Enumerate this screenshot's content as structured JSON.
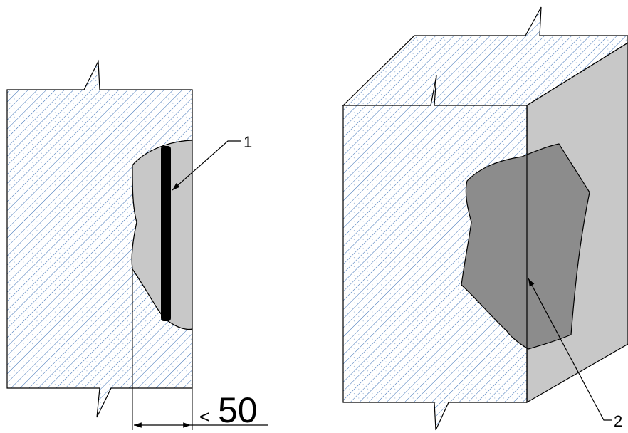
{
  "labels": {
    "callout_1": "1",
    "callout_2": "2",
    "dim_prefix": "<",
    "dim_value": "50"
  },
  "colors": {
    "hatch": "#3a6fb5",
    "outline": "#000000",
    "cavity_fill": "#c8c8c8",
    "side_face": "#c8c8c8",
    "damage_fill": "#8c8c8c",
    "rebar": "#000000",
    "background": "#ffffff"
  },
  "icons": {
    "dimension_arrow": "arrowhead",
    "callout_arrow": "arrowhead"
  }
}
